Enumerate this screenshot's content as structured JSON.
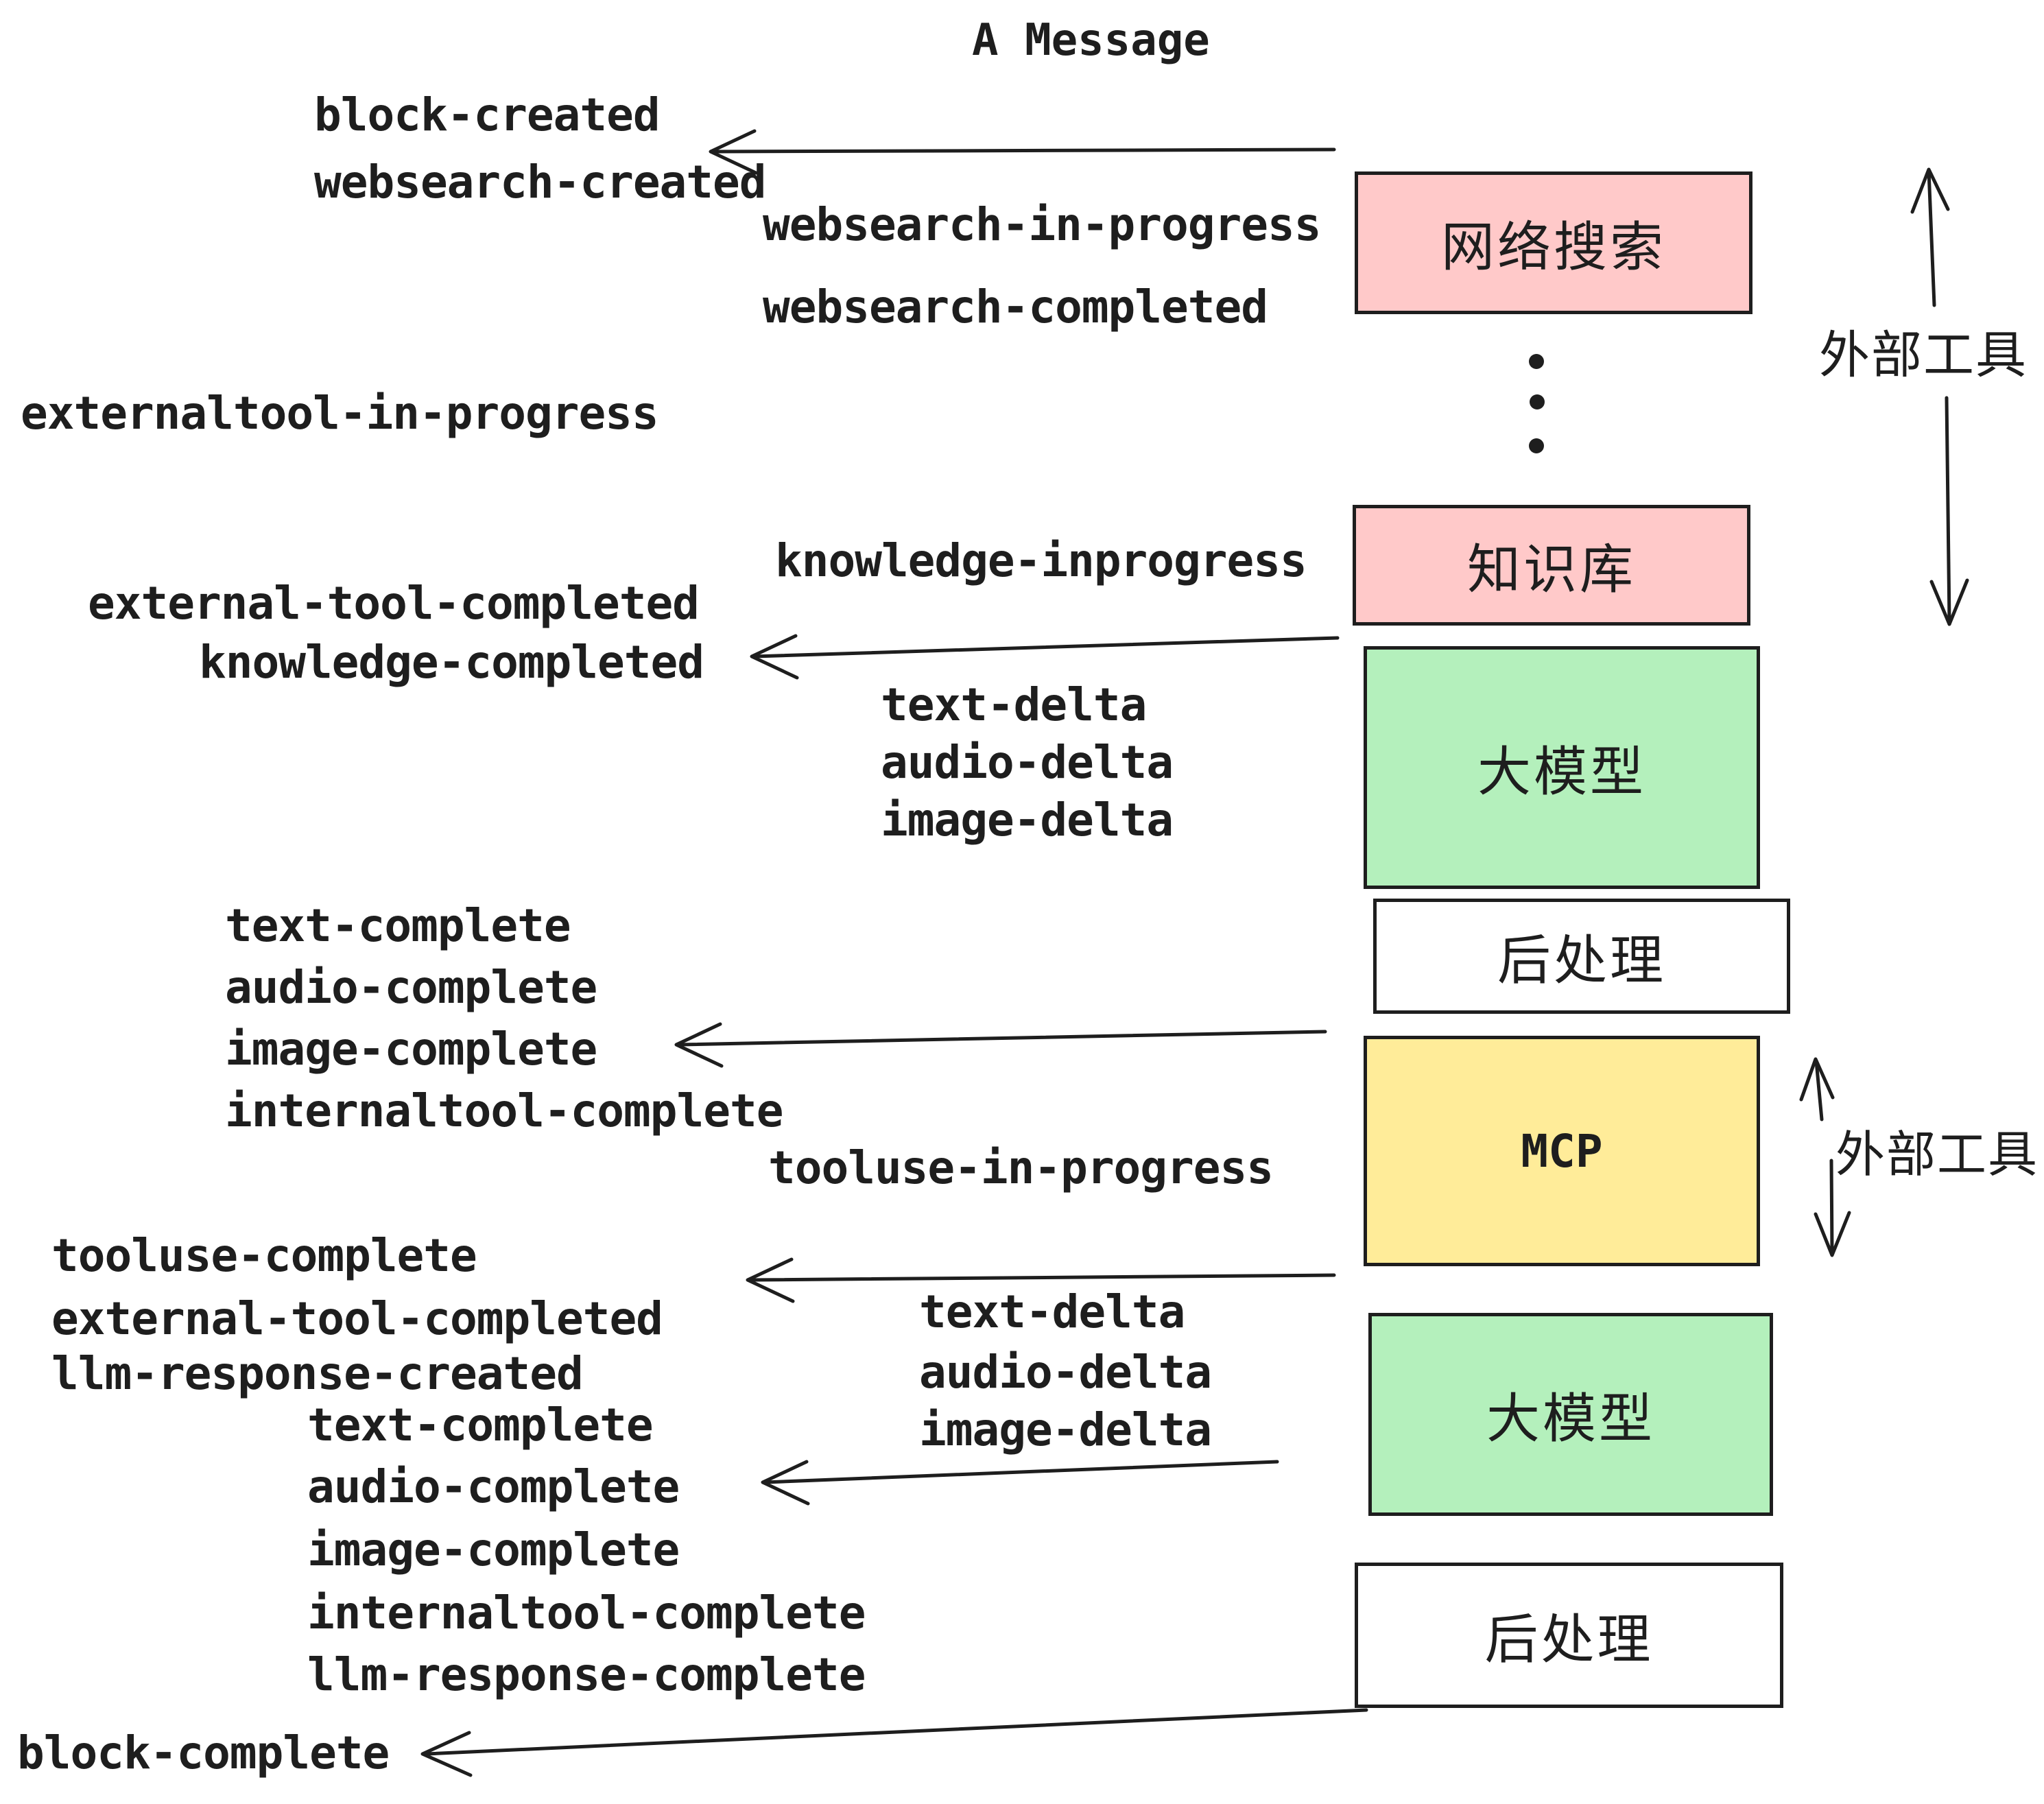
{
  "title": "A Message",
  "colors": {
    "ink": "#1e1e1e",
    "websearch_box": "#ffc9c9",
    "knowledge_box": "#ffc9c9",
    "llm_box": "#b4f0bc",
    "mcp_box": "#ffec99",
    "postprocess_box": "#ffffff"
  },
  "boxes": [
    {
      "id": "websearch",
      "label": "网络搜索"
    },
    {
      "id": "knowledge",
      "label": "知识库"
    },
    {
      "id": "llm-1",
      "label": "大模型"
    },
    {
      "id": "postprocess-1",
      "label": "后处理"
    },
    {
      "id": "mcp",
      "label": "MCP"
    },
    {
      "id": "llm-2",
      "label": "大模型"
    },
    {
      "id": "postprocess-2",
      "label": "后处理"
    }
  ],
  "side_labels": {
    "external_tools_top": "外部工具",
    "external_tools_mcp": "外部工具"
  },
  "events": [
    "block-created",
    "websearch-created",
    "websearch-in-progress",
    "websearch-completed",
    "externaltool-in-progress",
    "knowledge-inprogress",
    "external-tool-completed",
    "knowledge-completed",
    "text-delta",
    "audio-delta",
    "image-delta",
    "text-complete",
    "audio-complete",
    "image-complete",
    "internaltool-complete",
    "tooluse-in-progress",
    "tooluse-complete",
    "external-tool-completed",
    "llm-response-created",
    "text-complete",
    "audio-complete",
    "image-complete",
    "internaltool-complete",
    "llm-response-complete",
    "text-delta",
    "audio-delta",
    "image-delta",
    "block-complete"
  ]
}
